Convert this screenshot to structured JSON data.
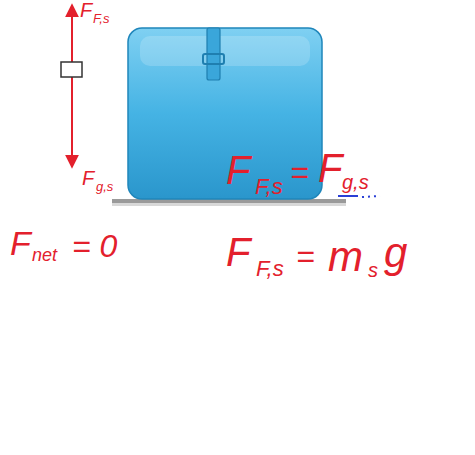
{
  "diagram": {
    "labels": [
      "F",
      "F,s",
      "F",
      "g,s",
      "F",
      "F,s",
      "=",
      "F",
      "g,s",
      "F",
      "net",
      "= 0",
      "F",
      "F,s",
      "=",
      "m",
      "s",
      "g"
    ]
  }
}
